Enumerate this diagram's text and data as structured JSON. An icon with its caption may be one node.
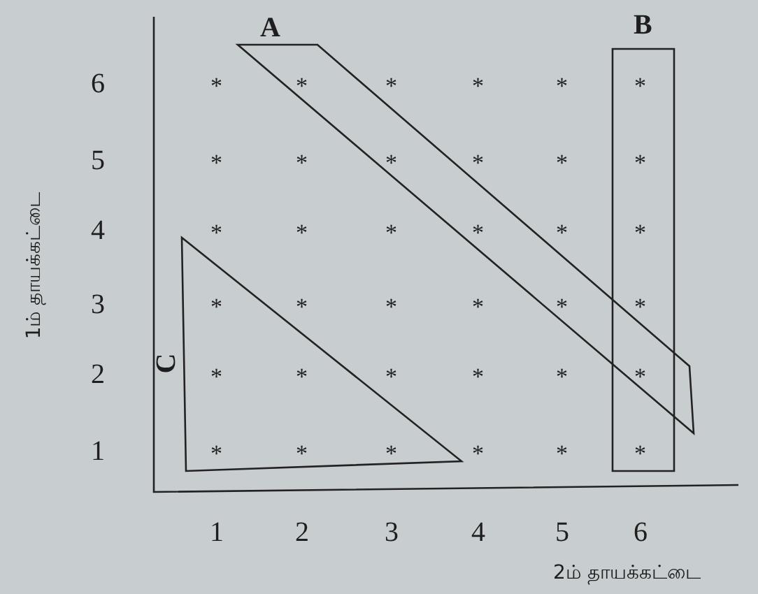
{
  "diagram": {
    "nodes": [
      {
        "text": [
          "A"
        ]
      },
      {
        "text": [
          "B"
        ]
      },
      {
        "text": [
          "C"
        ]
      }
    ],
    "labels": [
      "6",
      "*",
      "*",
      "*",
      "*",
      "*",
      "*",
      "5",
      "*",
      "*",
      "*",
      "*",
      "*",
      "*",
      "4",
      "*",
      "*",
      "*",
      "*",
      "*",
      "*",
      "3",
      "*",
      "*",
      "*",
      "*",
      "*",
      "*",
      "2",
      "*",
      "*",
      "*",
      "*",
      "*",
      "*",
      "1",
      "*",
      "*",
      "*",
      "*",
      "*",
      "*",
      "1ம் தாயக்கட்டை",
      "1",
      "2",
      "3",
      "4",
      "5",
      "6",
      "2ம் தாயக்கட்டை"
    ]
  }
}
